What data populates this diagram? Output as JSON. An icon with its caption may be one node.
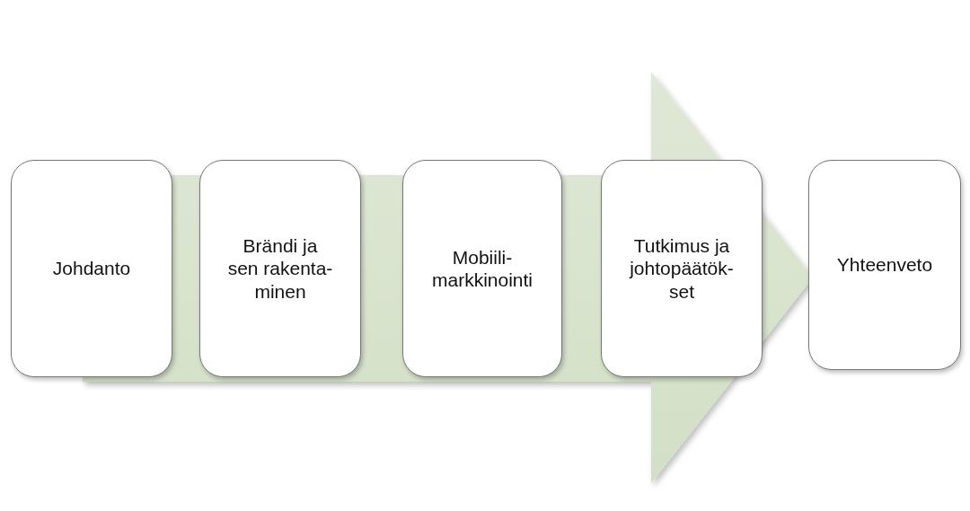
{
  "diagram": {
    "nodes": [
      {
        "text": [
          "Johdanto"
        ]
      },
      {
        "text": [
          "Brändi ja sen rakenta-minen"
        ]
      },
      {
        "text": [
          "Mobiili-markkinointi"
        ]
      },
      {
        "text": [
          "Tutkimus ja johtopäätök-set"
        ]
      },
      {
        "text": [
          "Yhteenveto"
        ]
      }
    ],
    "edges": [
      {
        "from": 0,
        "to": 4,
        "arrow": "to"
      }
    ]
  }
}
